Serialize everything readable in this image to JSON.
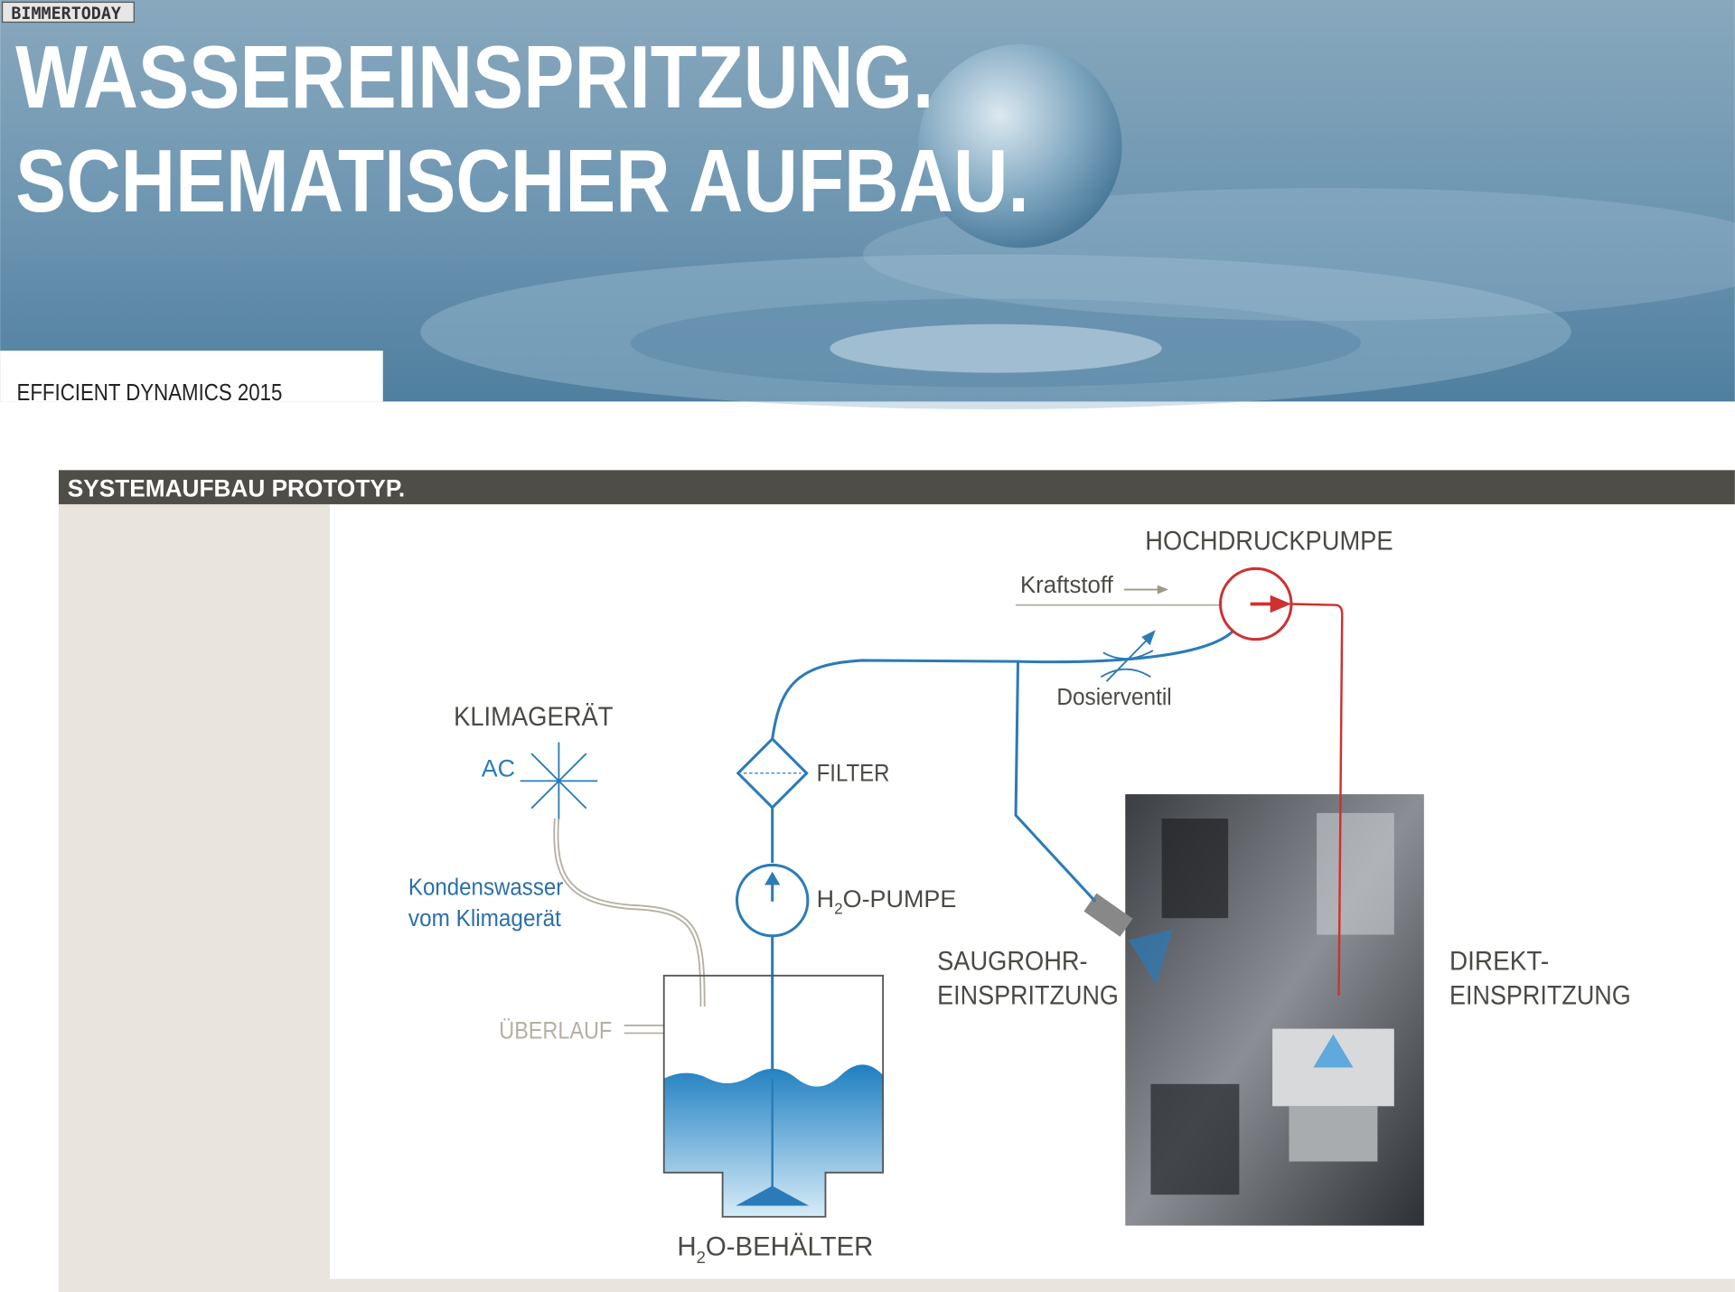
{
  "logo": "BIMMERTODAY",
  "header": {
    "title_line1": "WASSEREINSPRITZUNG.",
    "title_line2": "SCHEMATISCHER AUFBAU.",
    "subtitle": "EFFICIENT DYNAMICS 2015"
  },
  "section": {
    "title": "SYSTEMAUFBAU PROTOTYP."
  },
  "diagram": {
    "hochdruckpumpe": "HOCHDRUCKPUMPE",
    "kraftstoff": "Kraftstoff",
    "dosierventil": "Dosierventil",
    "klimageraet": "KLIMAGERÄT",
    "ac": "AC",
    "filter": "FILTER",
    "pumpe_h": "H",
    "pumpe_sub": "2",
    "pumpe_rest": "O-PUMPE",
    "kondens_1": "Kondenswasser",
    "kondens_2": "vom Klimagerät",
    "ueberlauf": "ÜBERLAUF",
    "saugrohr_1": "SAUGROHR-",
    "saugrohr_2": "EINSPRITZUNG",
    "direkt_1": "DIREKT-",
    "direkt_2": "EINSPRITZUNG",
    "behaelter_h": "H",
    "behaelter_sub": "2",
    "behaelter_rest": "O-BEHÄLTER"
  },
  "colors": {
    "water": "#2b7bb8",
    "fuel": "#cf3030",
    "bar": "#4f4d47",
    "panel": "#e9e4dc"
  }
}
